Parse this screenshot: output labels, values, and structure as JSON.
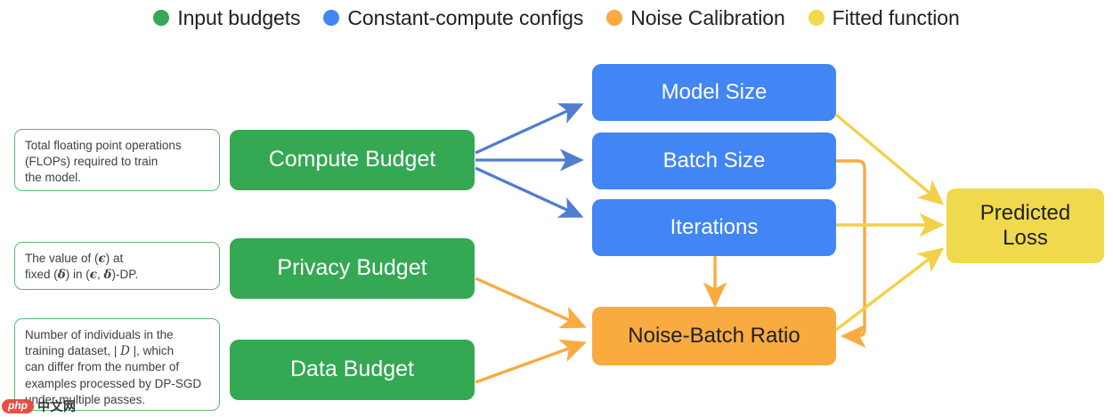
{
  "legend": {
    "items": [
      {
        "label": "Input budgets",
        "color": "#34a853",
        "icon": "legend-dot-icon"
      },
      {
        "label": "Constant-compute configs",
        "color": "#4285f4",
        "icon": "legend-dot-icon"
      },
      {
        "label": "Noise Calibration",
        "color": "#f9ab40",
        "icon": "legend-dot-icon"
      },
      {
        "label": "Fitted function",
        "color": "#f0d94d",
        "icon": "legend-dot-icon"
      }
    ]
  },
  "notes": {
    "compute": {
      "line1": "Total floating point operations",
      "line2": "(FLOPs) required to train",
      "line3": "the model."
    },
    "privacy": {
      "l1_a": "The value of (",
      "l1_eps": "ϵ",
      "l1_b": ") at",
      "l2_a": "fixed (",
      "l2_delta": "δ",
      "l2_b": ") in (",
      "l2_eps": "ϵ",
      "l2_c": ", ",
      "l2_delta2": "δ",
      "l2_d": ")-DP."
    },
    "data": {
      "l1": "Number of individuals in the",
      "l2_a": "training dataset, | ",
      "l2_var": "D",
      "l2_b": " |, which",
      "l3": "can differ from the number of",
      "l4": "examples processed by DP-SGD",
      "l5": "under multiple passes."
    }
  },
  "nodes": {
    "compute_budget": "Compute Budget",
    "privacy_budget": "Privacy Budget",
    "data_budget": "Data Budget",
    "model_size": "Model Size",
    "batch_size": "Batch Size",
    "iterations": "Iterations",
    "noise_batch_ratio": "Noise-Batch Ratio",
    "predicted_loss_line1": "Predicted",
    "predicted_loss_line2": "Loss"
  },
  "colors": {
    "green": "#34a853",
    "blue": "#4285f4",
    "orange": "#f9ab40",
    "yellow": "#f0d94d",
    "note_border": "#57bb6d",
    "background": "#ffffff"
  },
  "watermark": {
    "badge": "php",
    "text": "中文网"
  }
}
